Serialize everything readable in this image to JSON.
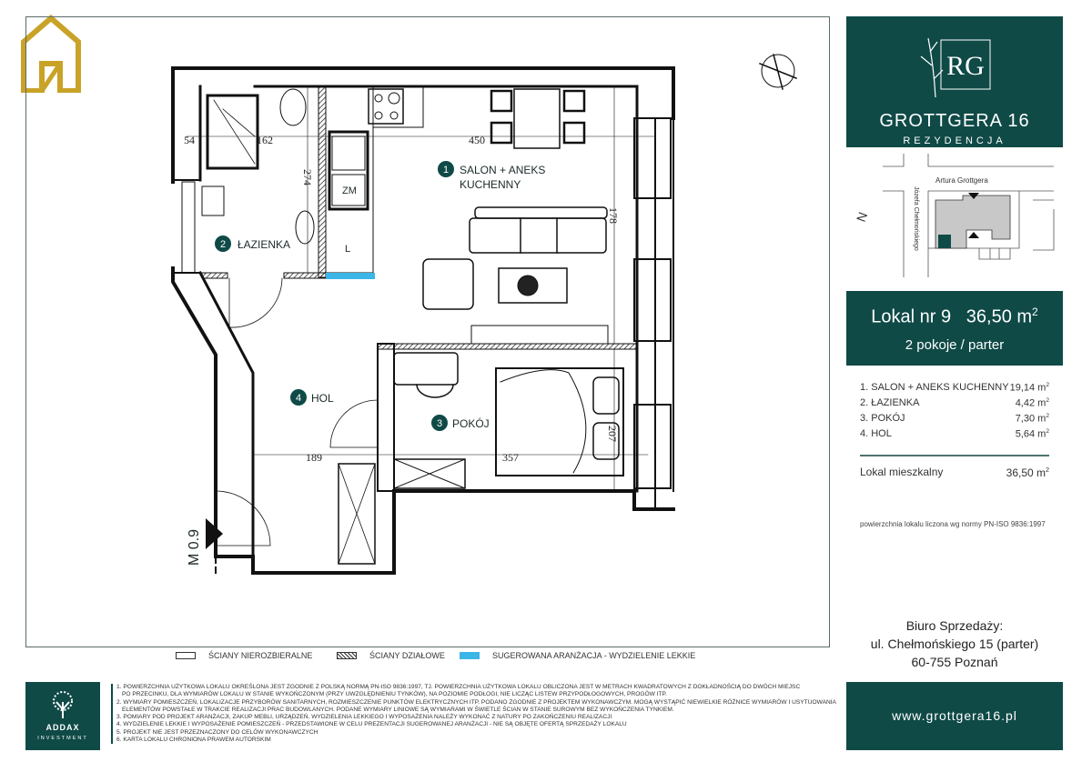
{
  "brand": {
    "initials": "RG",
    "name": "GROTTGERA 16",
    "subtitle": "REZYDENCJA"
  },
  "map": {
    "street_top": "Artura Grottgera",
    "street_left": "Józefa Chełmońskiego",
    "north": "N"
  },
  "lokal": {
    "title": "Lokal nr 9",
    "area": "36,50 m",
    "area_sup": "2",
    "subtitle": "2 pokoje / parter"
  },
  "rooms": [
    {
      "name": "1. SALON + ANEKS KUCHENNY",
      "area": "19,14 m",
      "sup": "2"
    },
    {
      "name": "2. ŁAZIENKA",
      "area": "4,42 m",
      "sup": "2"
    },
    {
      "name": "3. POKÓJ",
      "area": "7,30 m",
      "sup": "2"
    },
    {
      "name": "4. HOL",
      "area": "5,64 m",
      "sup": "2"
    }
  ],
  "total": {
    "label": "Lokal mieszkalny",
    "area": "36,50 m",
    "sup": "2"
  },
  "norm_note": "powierzchnia lokalu liczona wg normy PN-ISO 9836:1997",
  "office": {
    "line1": "Biuro Sprzedaży:",
    "line2": "ul. Chełmońskiego 15 (parter)",
    "line3": "60-755 Poznań"
  },
  "website": "www.grottgera16.pl",
  "developer": {
    "name": "ADDAX",
    "sub": "INVESTMENT"
  },
  "legend": [
    "ŚCIANY NIEROZBIERALNE",
    "ŚCIANY DZIAŁOWE",
    "SUGEROWANA ARANŻACJA - WYDZIELENIE LEKKIE"
  ],
  "notes": [
    "1. POWIERZCHNIA UŻYTKOWA LOKALU OKREŚLONA JEST ZGODNIE Z POLSKĄ NORMĄ PN-ISO 9836:1997, TJ. POWIERZCHNIA UŻYTKOWA LOKALU OBLICZONA JEST W METRACH KWADRATOWYCH Z DOKŁADNOŚCIĄ DO DWÓCH MIEJSC",
    "PO PRZECINKU, DLA WYMIARÓW LOKALU W STANIE WYKOŃCZONYM (PRZY UWZGLĘDNIENIU TYNKÓW), NA POZIOMIE PODŁOGI, NIE LICZĄC LISTEW PRZYPODŁOGOWYCH, PROGÓW ITP.",
    "2. WYMIARY POMIESZCZEŃ, LOKALIZACJE PRZYBORÓW SANITARNYCH, ROZMIESZCZENIE PUNKTÓW ELEKTRYCZNYCH ITP. PODANO ZGODNIE Z PROJEKTEM WYKONAWCZYM. MOGĄ WYSTĄPIĆ NIEWIELKIE RÓŻNICE WYMIARÓW I USYTUOWANIA",
    "ELEMENTÓW POWSTAŁE W TRAKCIE REALIZACJI PRAC BUDOWLANYCH. PODANE WYMIARY LINIOWE SĄ WYMIARAMI W ŚWIETLE ŚCIAN W STANIE SUROWYM BEZ WYKOŃCZENIA TYNKIEM.",
    "3. POMIARY POD PROJEKT ARANŻACJI, ZAKUP MEBLI, URZĄDZEŃ, WYDZIELENIA LEKKIEGO I WYPOSAŻENIA NALEŻY WYKONAĆ Z NATURY PO ZAKOŃCZENIU REALIZACJI",
    "4. WYDZIELENIE LEKKIE I WYPOSAŻENIE POMIESZCZEŃ - PRZEDSTAWIONE W CELU PREZENTACJI SUGEROWANEJ ARANŻACJI - NIE SĄ OBJĘTE OFERTĄ SPRZEDAŻY LOKALU",
    "5. PROJEKT NIE JEST PRZEZNACZONY DO CELÓW WYKONAWCZYCH",
    "6. KARTA LOKALU CHRONIONA PRAWEM AUTORSKIM"
  ],
  "plan": {
    "room1_num": "1",
    "room1_l1": "SALON + ANEKS",
    "room1_l2": "KUCHENNY",
    "room2_num": "2",
    "room2": "ŁAZIENKA",
    "room3_num": "3",
    "room3": "POKÓJ",
    "room4_num": "4",
    "room4": "HOL",
    "dims": {
      "d54": "54",
      "d162": "162",
      "d274": "274",
      "d450": "450",
      "d178": "178",
      "d189": "189",
      "d357": "357",
      "d207": "207"
    },
    "fridge": "ZM",
    "appliance": "L",
    "entrance": "M 0.9"
  },
  "colors": {
    "teal": "#0f4a47",
    "blue": "#3bb6e6",
    "gold": "#c9a227"
  }
}
